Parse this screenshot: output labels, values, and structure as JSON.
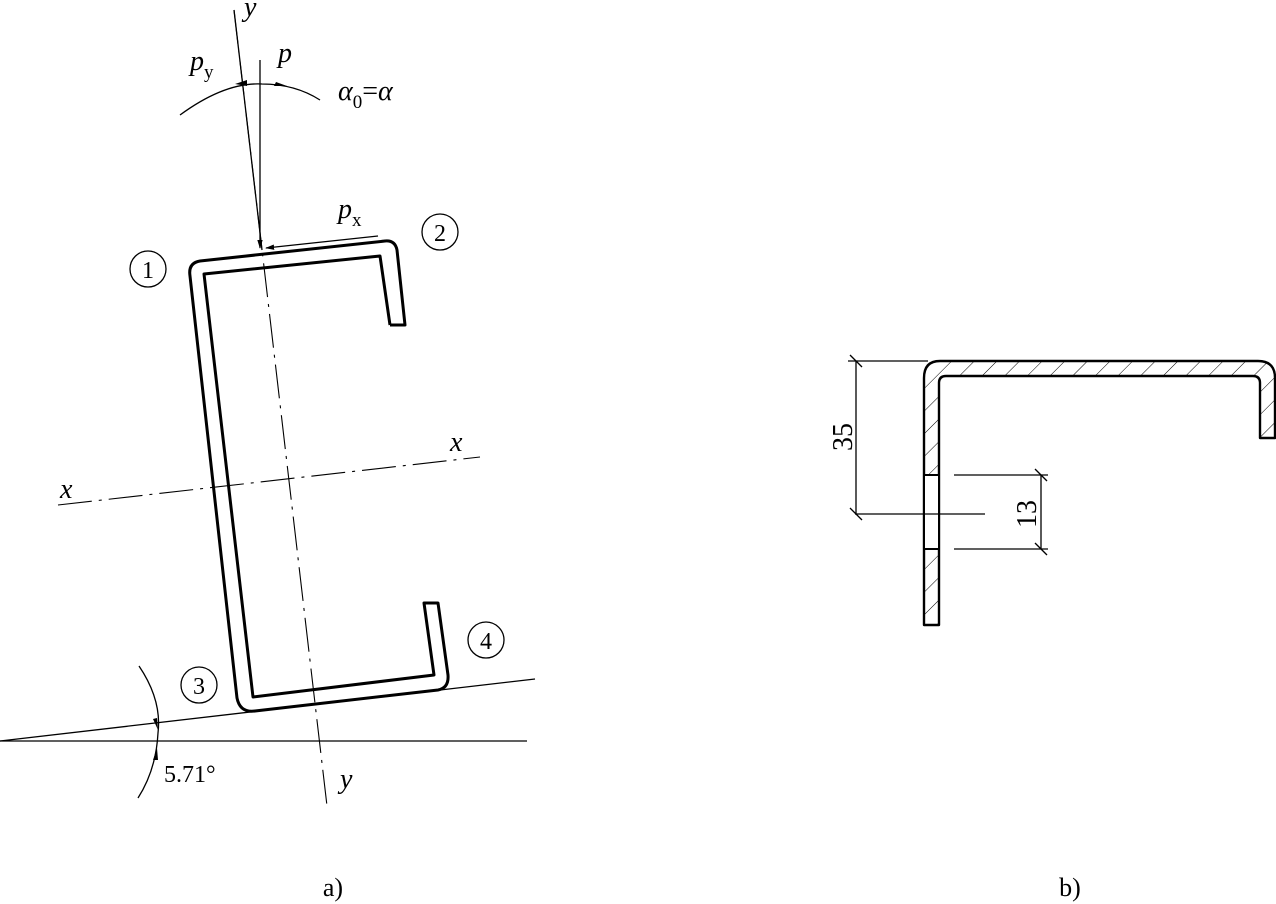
{
  "figure_a": {
    "caption": "a)",
    "axis_y_top": "y",
    "axis_y_bottom": "y",
    "axis_x_left": "x",
    "axis_x_right": "x",
    "load_p": "p",
    "load_py_main": "p",
    "load_py_sub": "y",
    "load_px_main": "p",
    "load_px_sub": "x",
    "angle_alpha0_main": "α",
    "angle_alpha0_sub": "0",
    "angle_alpha0_eq": "=",
    "angle_alpha": "α",
    "corner_1": "1",
    "corner_2": "2",
    "corner_3": "3",
    "corner_4": "4",
    "slope_angle": "5.71°"
  },
  "figure_b": {
    "caption": "b)",
    "dim_35": "35",
    "dim_13": "13"
  }
}
